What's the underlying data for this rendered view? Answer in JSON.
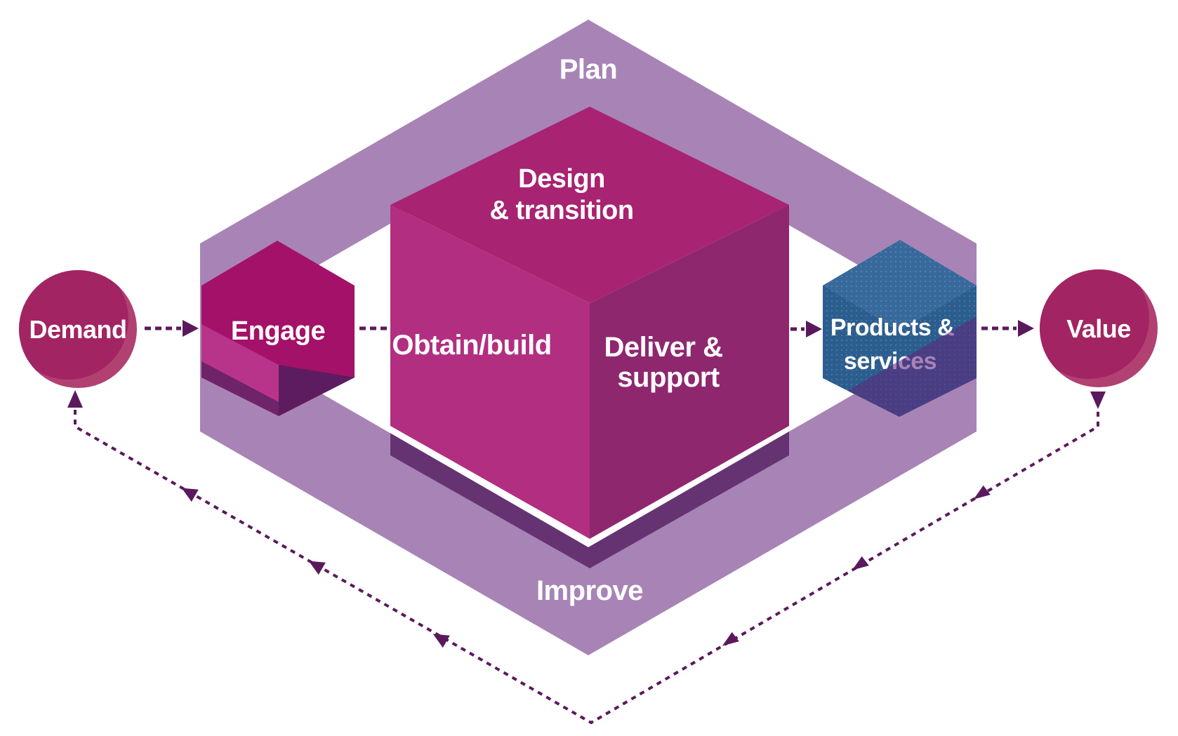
{
  "labels": {
    "plan": "Plan",
    "improve": "Improve",
    "demand": "Demand",
    "value": "Value",
    "engage": "Engage",
    "design_transition": [
      "Design",
      "& transition"
    ],
    "obtain_build": "Obtain/build",
    "deliver_support": [
      "Deliver &",
      "support"
    ],
    "products_services": [
      "Products &",
      "services"
    ]
  },
  "colors": {
    "band": "#62247b",
    "band_shadow": "#653372",
    "cube_top": "#a82371",
    "cube_left": "#b22e80",
    "cube_right": "#8f276f",
    "engage_base": "#a41168",
    "engage_light": "#b8348a",
    "engage_dark": "#6f2369",
    "engage_shadow": "#5e1c60",
    "products_blue": "#2b5d8e",
    "products_blue_light": "#37699c",
    "circle": "#a32462",
    "circle_light": "#b14171",
    "arrow": "#5b195d",
    "text": "#ffffff"
  },
  "connections": [
    {
      "from": "Demand",
      "to": "Engage",
      "style": "dashed-arrow"
    },
    {
      "from": "Engage",
      "to": "central value chain cube",
      "style": "dashed"
    },
    {
      "from": "central value chain cube",
      "to": "Products & services",
      "style": "dashed-arrow"
    },
    {
      "from": "Products & services",
      "to": "Value",
      "style": "dashed-arrow"
    },
    {
      "from": "Value",
      "to": "Demand",
      "style": "dotted feedback loop around bottom"
    }
  ]
}
